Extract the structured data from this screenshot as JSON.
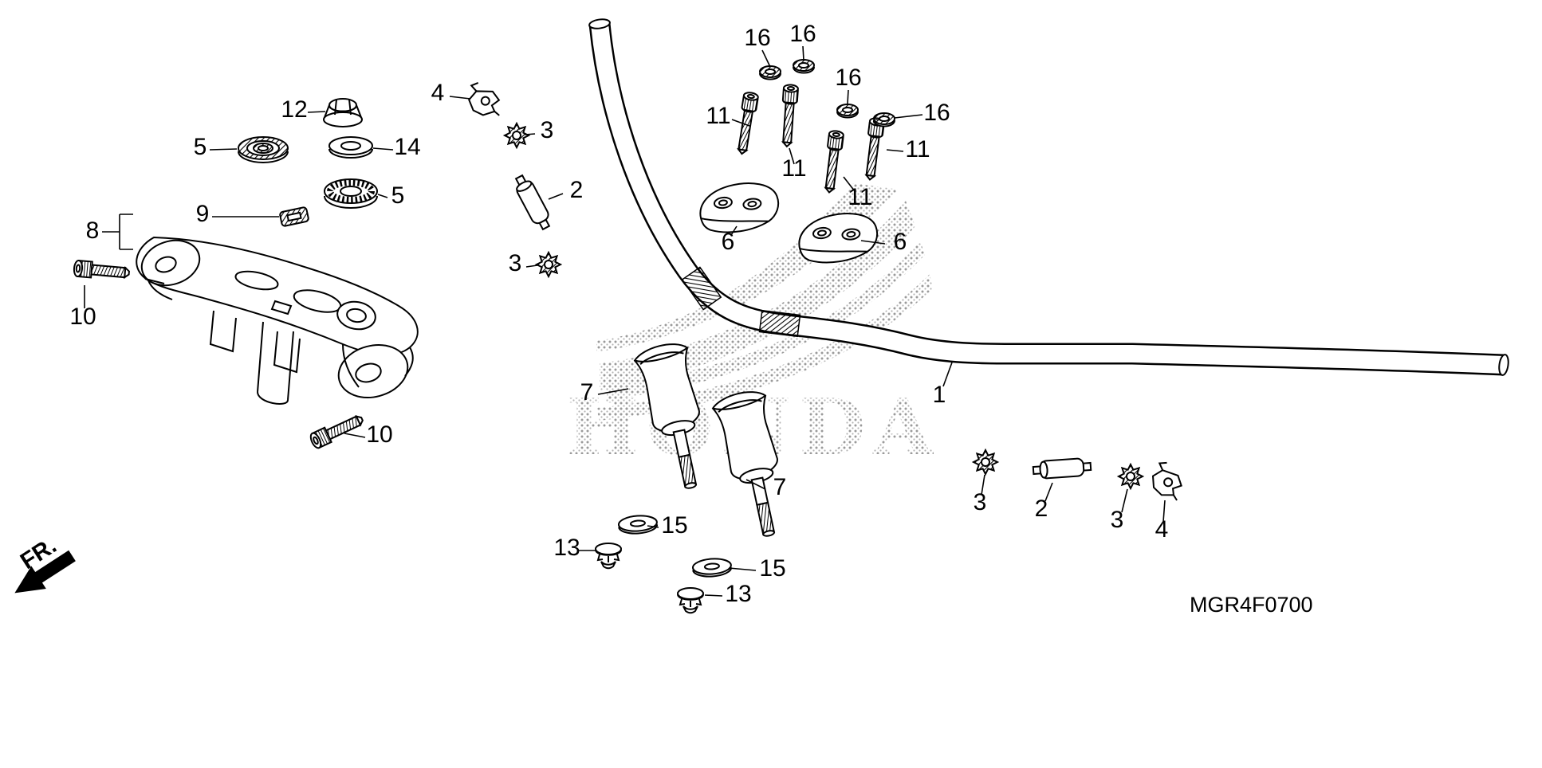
{
  "page": {
    "background": "#ffffff",
    "line_color": "#000000",
    "watermark_color": "#9a9a9a"
  },
  "diagram": {
    "code": "MGR4F0700",
    "fr_label": "FR.",
    "watermark": "HONDA",
    "callouts": [
      {
        "label": "16"
      },
      {
        "label": "16"
      },
      {
        "label": "16"
      },
      {
        "label": "16"
      },
      {
        "label": "11"
      },
      {
        "label": "11"
      },
      {
        "label": "11"
      },
      {
        "label": "11"
      },
      {
        "label": "12"
      },
      {
        "label": "14"
      },
      {
        "label": "5"
      },
      {
        "label": "5"
      },
      {
        "label": "9"
      },
      {
        "label": "8"
      },
      {
        "label": "10"
      },
      {
        "label": "10"
      },
      {
        "label": "4"
      },
      {
        "label": "3"
      },
      {
        "label": "2"
      },
      {
        "label": "3"
      },
      {
        "label": "6"
      },
      {
        "label": "6"
      },
      {
        "label": "7"
      },
      {
        "label": "7"
      },
      {
        "label": "1"
      },
      {
        "label": "15"
      },
      {
        "label": "13"
      },
      {
        "label": "15"
      },
      {
        "label": "13"
      },
      {
        "label": "3"
      },
      {
        "label": "2"
      },
      {
        "label": "3"
      },
      {
        "label": "4"
      }
    ]
  }
}
